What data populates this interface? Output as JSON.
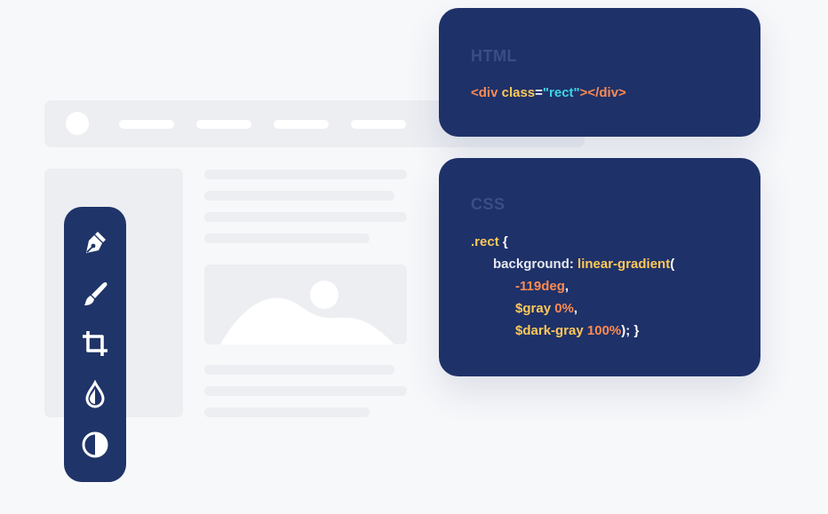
{
  "html_card": {
    "title": "HTML",
    "code": {
      "open_tag": "<div",
      "attr": "class",
      "eq": "=",
      "value": "\"rect\"",
      "close_tag": "></div>"
    }
  },
  "css_card": {
    "title": "CSS",
    "code": {
      "selector": ".rect",
      "open_brace": " {",
      "property": "background",
      "colon": ": ",
      "function": "linear-gradient",
      "open_paren": "(",
      "angle": "-119deg",
      "comma": ",",
      "var1": "$gray",
      "stop1": "0%",
      "var2": "$dark-gray",
      "stop2": "100%",
      "end": "); }"
    }
  },
  "toolbar": {
    "tools": [
      {
        "icon": "pen-tool-icon"
      },
      {
        "icon": "brush-icon"
      },
      {
        "icon": "crop-icon"
      },
      {
        "icon": "drop-icon"
      },
      {
        "icon": "contrast-icon"
      }
    ]
  },
  "colors": {
    "card_bg": "#1e3169",
    "toolbar_bg": "#1f3468",
    "placeholder": "#eceef2",
    "tag": "#ff8a50",
    "attr": "#ffc957",
    "string": "#3dd6e3"
  }
}
